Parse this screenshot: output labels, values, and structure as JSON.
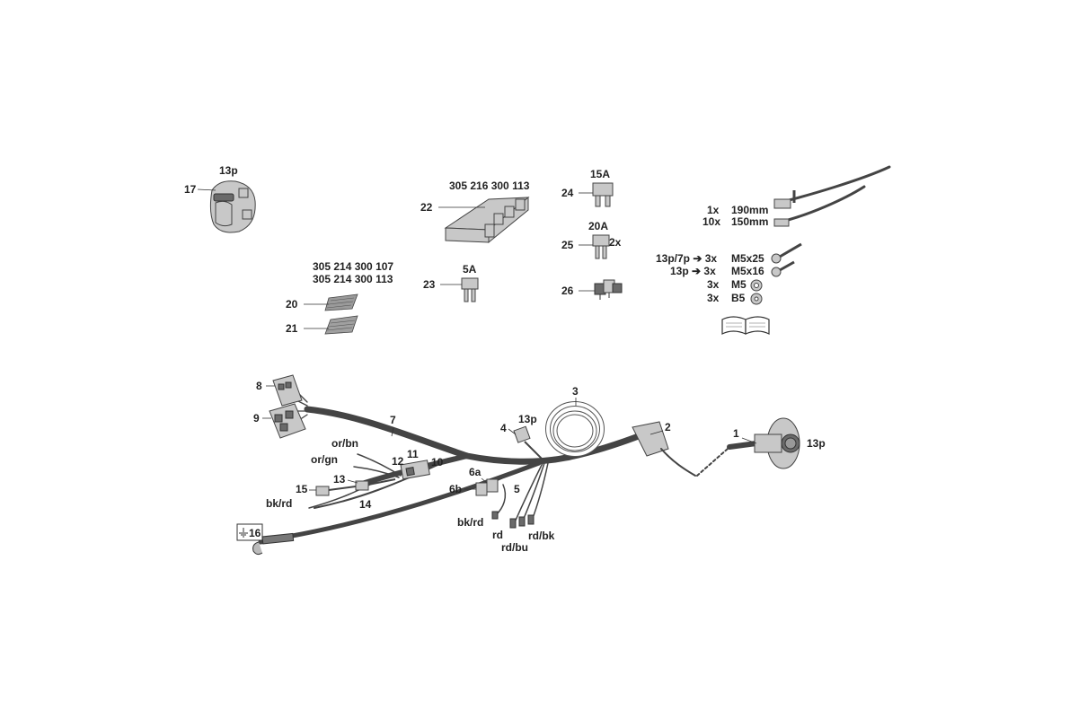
{
  "labels": {
    "p17": "17",
    "p17_pins": "13p",
    "p22": "22",
    "p22_code": "305 216 300 113",
    "p20": "20",
    "p21": "21",
    "code_a": "305 214 300 107",
    "code_b": "305 214 300 113",
    "p23": "23",
    "p23_rating": "5A",
    "p24": "24",
    "p24_rating": "15A",
    "p25": "25",
    "p25_rating": "20A",
    "p25_qty": "2x",
    "p26": "26",
    "tie1_qty": "1x",
    "tie1_len": "190mm",
    "tie2_qty": "10x",
    "tie2_len": "150mm",
    "s1_qty": "13p/7p ➔ 3x",
    "s1_size": "M5x25",
    "s2_qty": "13p ➔ 3x",
    "s2_size": "M5x16",
    "n_qty": "3x",
    "n_size": "M5",
    "w_qty": "3x",
    "w_size": "B5",
    "p1": "1",
    "p1_pins": "13p",
    "p2": "2",
    "p3": "3",
    "p4": "4",
    "p4_pins": "13p",
    "p5": "5",
    "p6a": "6a",
    "p6b": "6b",
    "p7": "7",
    "p8": "8",
    "p9": "9",
    "p10": "10",
    "p11": "11",
    "p12": "12",
    "p13": "13",
    "p14": "14",
    "p15": "15",
    "p16": "16",
    "w_or_bn": "or/bn",
    "w_or_gn": "or/gn",
    "w_bk_rd1": "bk/rd",
    "w_bk_rd2": "bk/rd",
    "w_rd": "rd",
    "w_rd_bu": "rd/bu",
    "w_rd_bk": "rd/bk"
  },
  "icons": [
    "socket-13p-icon",
    "relay-module-icon",
    "fuse-icon",
    "cable-tie-icon",
    "screw-icon",
    "nut-icon",
    "washer-icon",
    "manual-book-icon",
    "ground-symbol-icon",
    "wiring-harness-icon"
  ]
}
